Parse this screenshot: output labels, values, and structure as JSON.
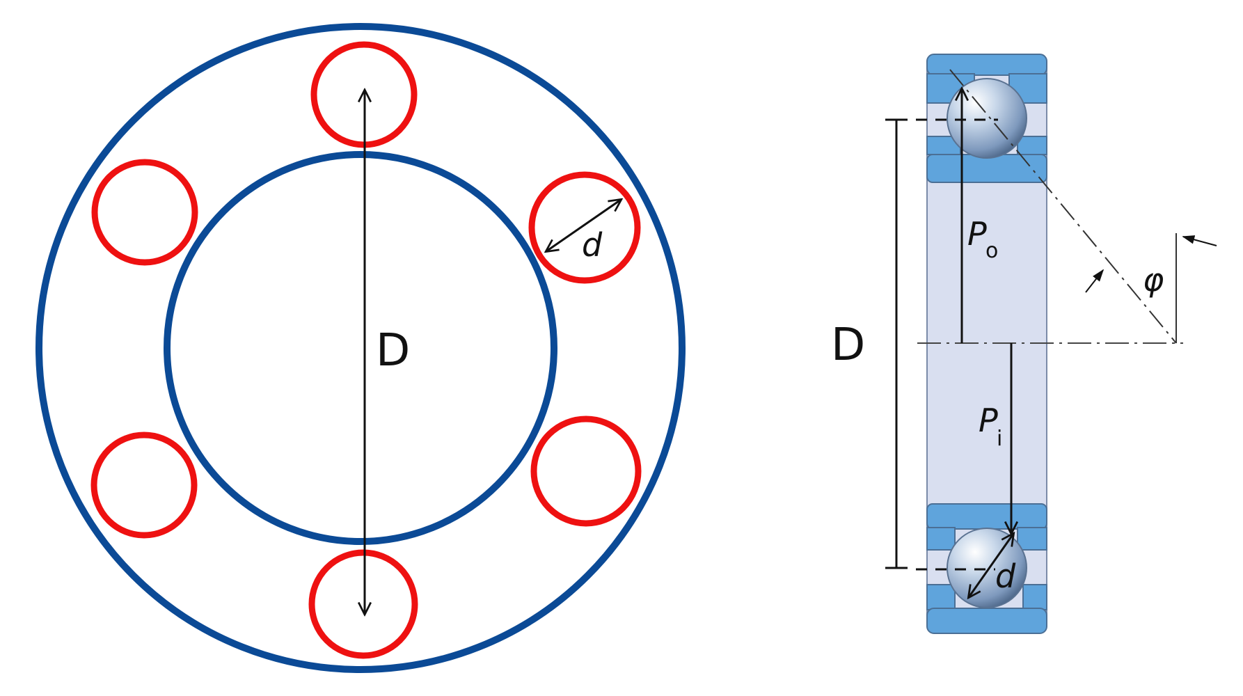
{
  "labels": {
    "left_d": "D",
    "left_ball_d": "d",
    "right_D": "D",
    "p_o_main": "P",
    "p_o_sub": "o",
    "p_i_main": "P",
    "p_i_sub": "i",
    "phi": "φ",
    "right_ball_d": "d"
  },
  "colors": {
    "ring": "#0b4a96",
    "ball": "#ee1111",
    "ink": "#111111",
    "race_blue": "#5fa4dc",
    "race_light": "#d9dff0",
    "race_edge": "#7a8aa8",
    "steel_ball": "#9fb7d6"
  }
}
